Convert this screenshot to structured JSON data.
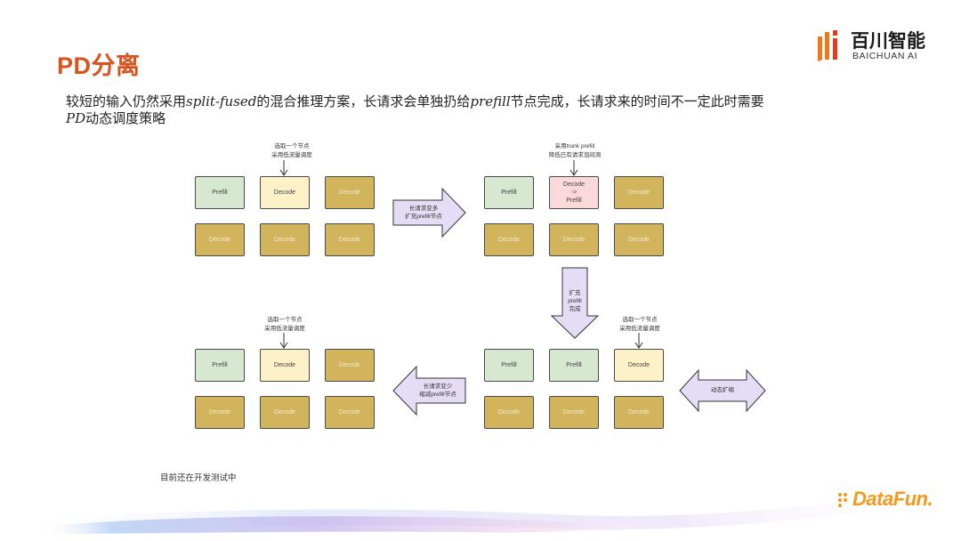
{
  "title": "PD分离",
  "logo": {
    "cn": "百川智能",
    "en": "BAICHUAN AI"
  },
  "description": {
    "p1": "较短的输入仍然采用",
    "i1": "split-fused",
    "p2": "的混合推理方案，长请求会单独扔给",
    "i2": "prefill",
    "p3": "节点完成，长请求来的时间不一定此时需要",
    "i3": "PD",
    "p4": "动态调度策略"
  },
  "notes": {
    "select_line1": "选取一个节点",
    "select_line2": "采用低流量调度",
    "trunk_line1": "采用trunk prefill",
    "trunk_line2": "降低已有请求泡间洞"
  },
  "labels": {
    "prefill": "Prefill",
    "decode": "Decode",
    "decode_to_prefill_1": "Decode",
    "decode_to_prefill_2": "->",
    "decode_to_prefill_3": "Prefill"
  },
  "arrows": {
    "right_line1": "长请求变多",
    "right_line2": "扩充prefill节点",
    "down_line1": "扩充",
    "down_line2": "prefill",
    "down_line3": "完成",
    "left_line1": "长请求变少",
    "left_line2": "缩减prefill节点",
    "both": "动态扩缩"
  },
  "footer_note": "目前还在开发测试中",
  "brand": {
    "datafun": "DataFun."
  },
  "colors": {
    "title": "#d9531e",
    "prefill": "#d6e8d0",
    "decode_light": "#fdf1c8",
    "decode_dark": "#d1b45c",
    "decode_to_prefill": "#fbd9da",
    "arrow_fill": "#e5dcf5",
    "datafun": "#f29a1d"
  }
}
